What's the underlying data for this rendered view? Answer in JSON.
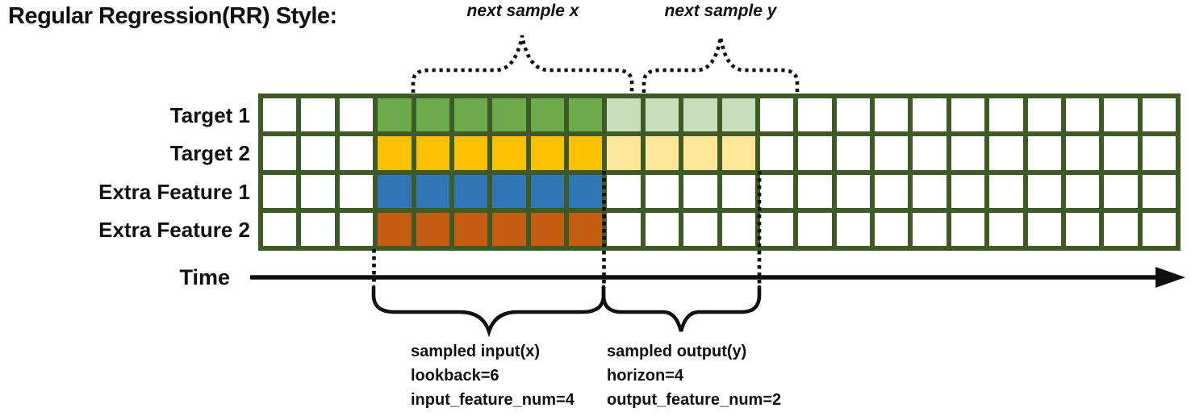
{
  "title": "Regular Regression(RR) Style:",
  "colors": {
    "grid_line": "#3e5a25",
    "target1_input": "#6caa4c",
    "target1_output": "#c6deba",
    "target2_input": "#fdc101",
    "target2_output": "#ffe699",
    "extra1_input": "#3076b5",
    "extra2_input": "#c45e13",
    "empty_cell": "#ffffff",
    "annotation": "#101010"
  },
  "grid": {
    "total_cols": 24,
    "leading_empty_cols": 3,
    "lookback_cols": 6,
    "horizon_cols": 4,
    "rows": [
      {
        "label": "Target 1",
        "input_color": "#6caa4c",
        "output_color": "#c6deba"
      },
      {
        "label": "Target 2",
        "input_color": "#fdc101",
        "output_color": "#ffe699"
      },
      {
        "label": "Extra Feature 1",
        "input_color": "#3076b5",
        "output_color": null
      },
      {
        "label": "Extra Feature 2",
        "input_color": "#c45e13",
        "output_color": null
      }
    ]
  },
  "annotations": {
    "next_sample_x": "next sample x",
    "next_sample_y": "next sample y",
    "time_label": "Time",
    "input_lines": [
      "sampled input(x)",
      "lookback=6",
      "input_feature_num=4"
    ],
    "output_lines": [
      "sampled output(y)",
      "horizon=4",
      "output_feature_num=2"
    ]
  }
}
